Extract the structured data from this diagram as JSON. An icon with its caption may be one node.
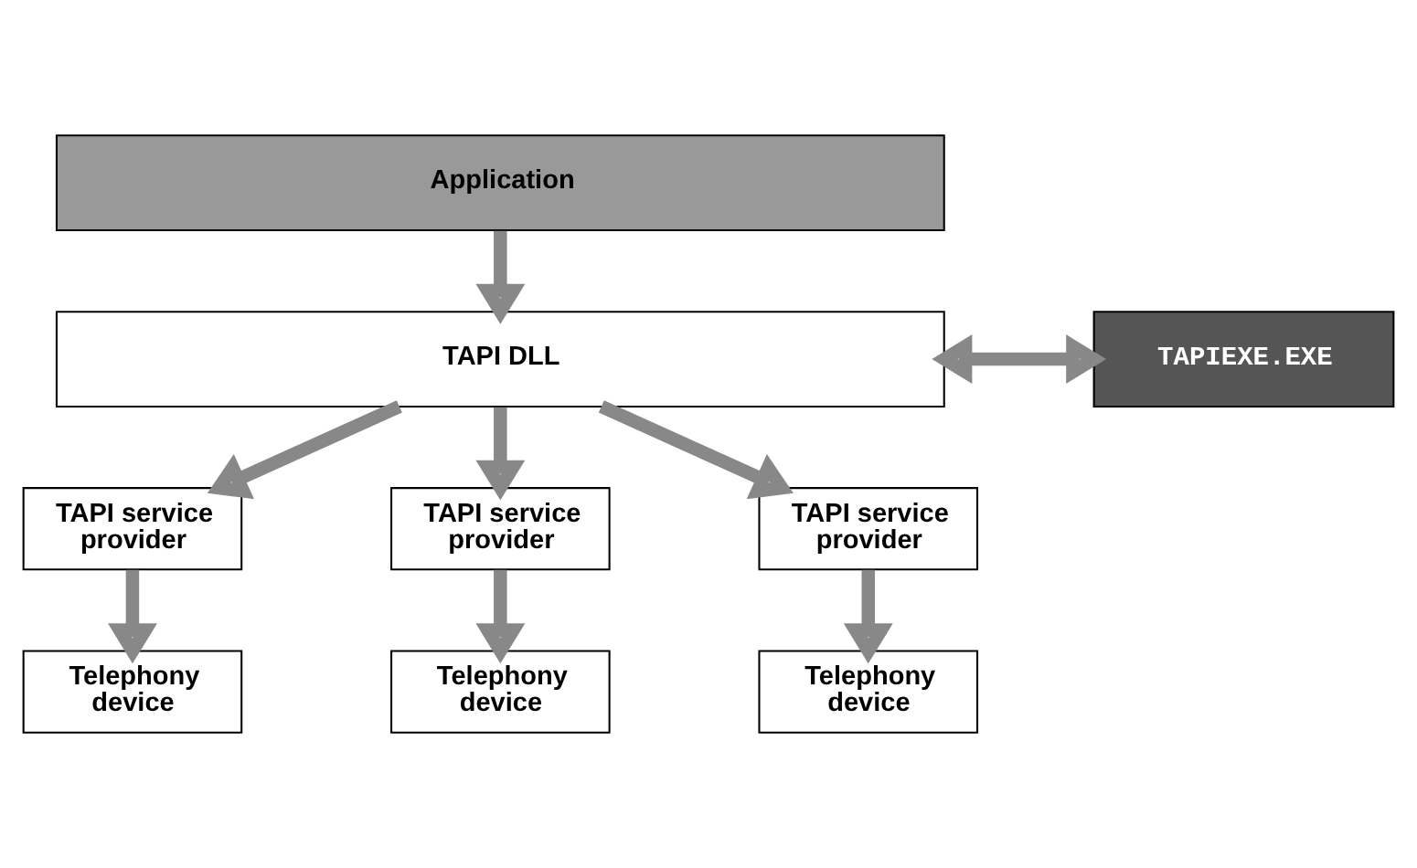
{
  "diagram": {
    "nodes": [
      {
        "text": [
          "Application"
        ]
      },
      {
        "text": [
          "TAPI DLL"
        ]
      },
      {
        "text": [
          "TAPIEXE.EXE"
        ]
      },
      {
        "text": [
          "TAPI service provider"
        ]
      },
      {
        "text": [
          "TAPI service provider"
        ]
      },
      {
        "text": [
          "TAPI service provider"
        ]
      },
      {
        "text": [
          "Telephony device"
        ]
      },
      {
        "text": [
          "Telephony device"
        ]
      },
      {
        "text": [
          "Telephony device"
        ]
      }
    ],
    "edges": [
      {
        "from": 0,
        "to": 1,
        "arrow": "to"
      },
      {
        "from": 1,
        "to": 2,
        "arrow": "both"
      },
      {
        "from": 1,
        "to": 3,
        "arrow": "to"
      },
      {
        "from": 1,
        "to": 4,
        "arrow": "to"
      },
      {
        "from": 1,
        "to": 5,
        "arrow": "to"
      },
      {
        "from": 3,
        "to": 6,
        "arrow": "to"
      },
      {
        "from": 4,
        "to": 7,
        "arrow": "to"
      },
      {
        "from": 5,
        "to": 8,
        "arrow": "to"
      }
    ]
  }
}
